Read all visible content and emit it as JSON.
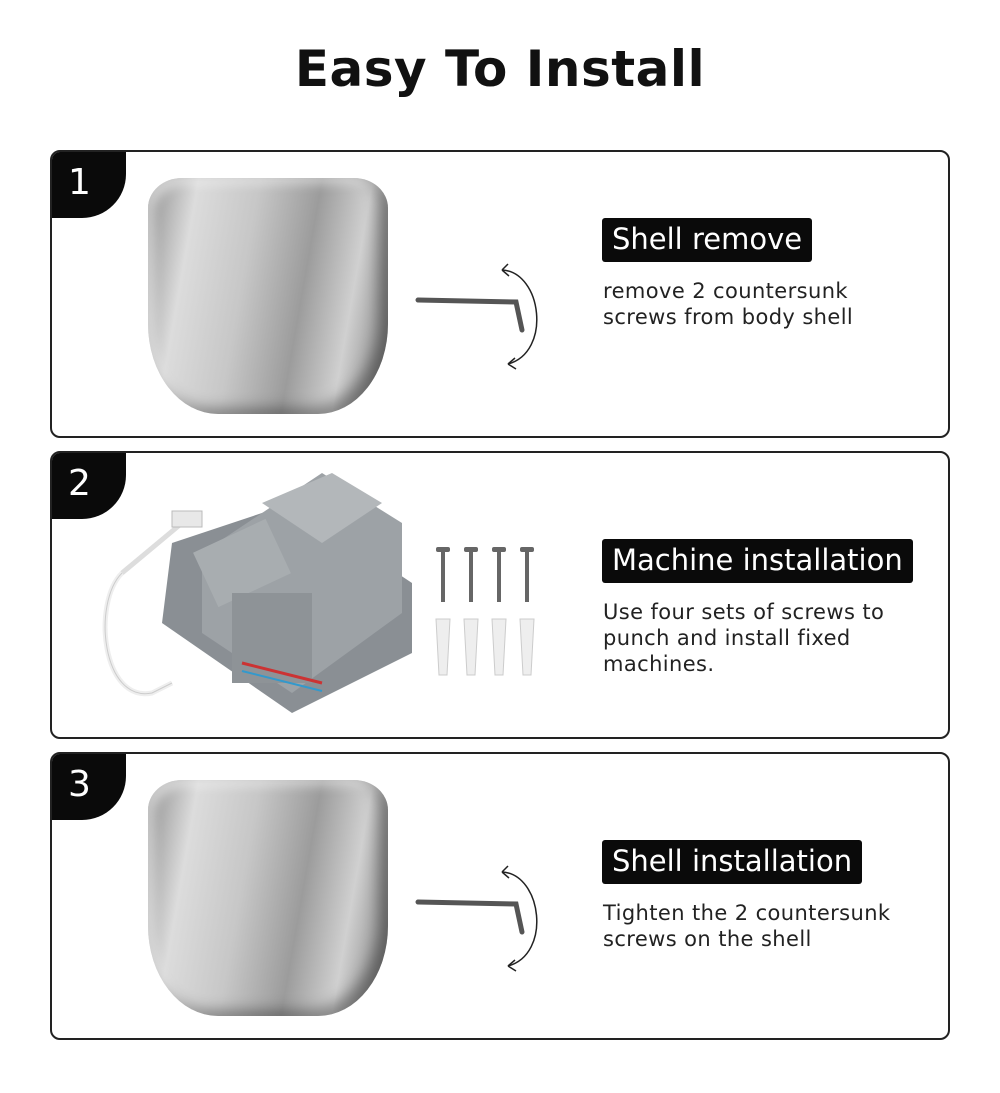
{
  "title": "Easy To Install",
  "steps": [
    {
      "number": "1",
      "label": "Shell remove",
      "description": [
        "remove 2 countersunk",
        "screws from body shell"
      ]
    },
    {
      "number": "2",
      "label": "Machine installation",
      "description": [
        "Use four sets of screws to",
        "punch and install fixed",
        "machines."
      ]
    },
    {
      "number": "3",
      "label": "Shell installation",
      "description": [
        "Tighten the 2 countersunk",
        "screws on the shell"
      ]
    }
  ]
}
